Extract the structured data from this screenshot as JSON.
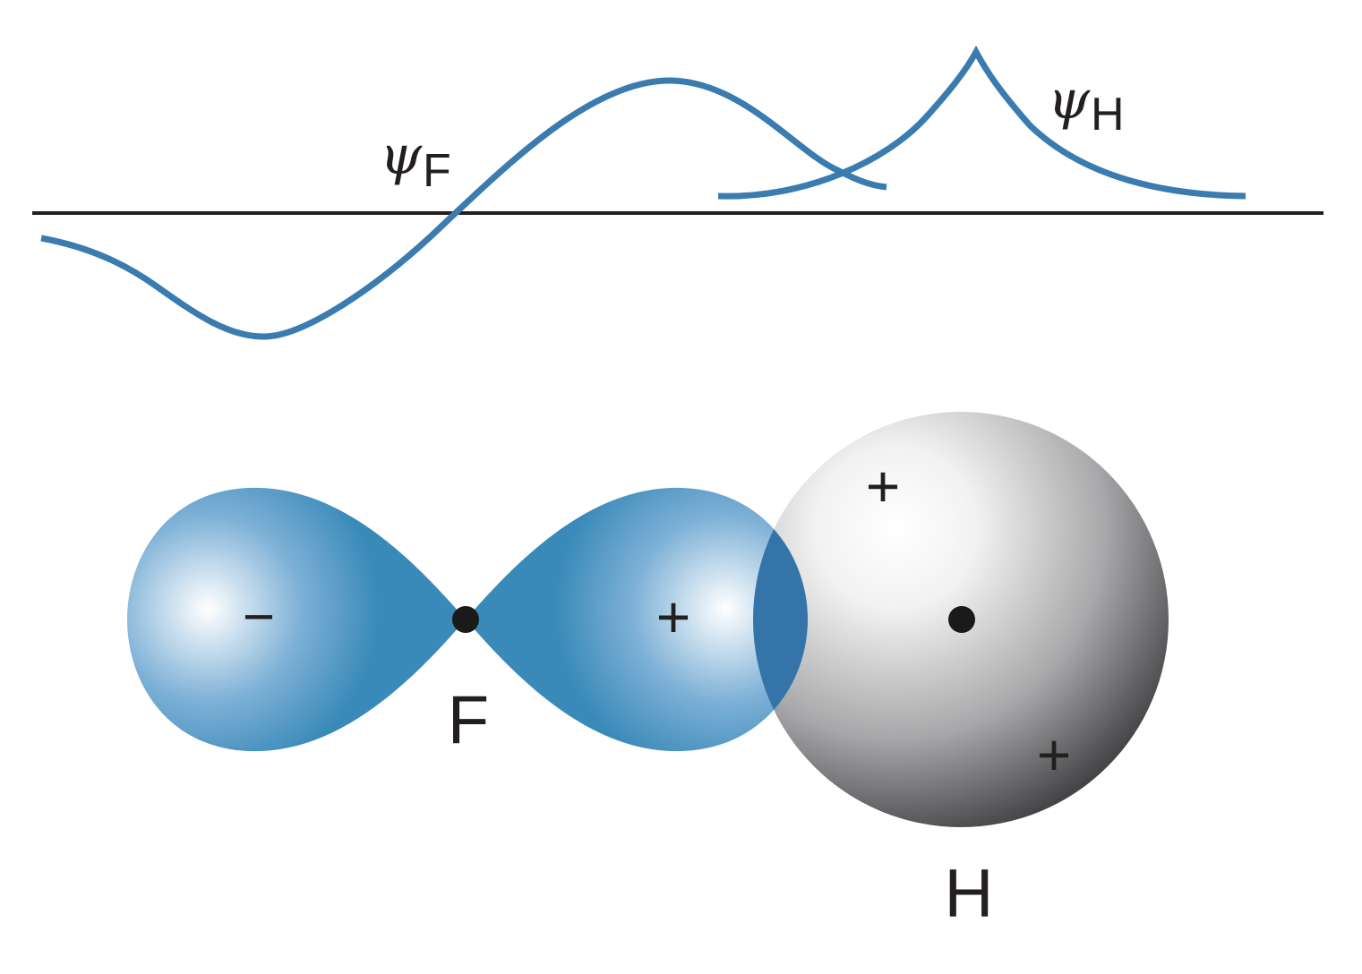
{
  "colors": {
    "wave": "#3a7bb0",
    "axis": "#231f20",
    "lobe_dark": "#3a8ab9",
    "lobe_light": "#ffffff",
    "overlap": "#3474a8",
    "sphere_dark": "#404042",
    "nucleus": "#1a1a1a"
  },
  "waves": {
    "psi_symbol": "ψ",
    "fluorine": {
      "symbol": "ψ",
      "subscript": "F"
    },
    "hydrogen": {
      "symbol": "ψ",
      "subscript": "H"
    }
  },
  "orbitals": {
    "left_lobe_sign": "−",
    "right_lobe_sign": "+",
    "h_sign_upper": "+",
    "h_sign_lower": "+",
    "atom_f": "F",
    "atom_h": "H"
  }
}
